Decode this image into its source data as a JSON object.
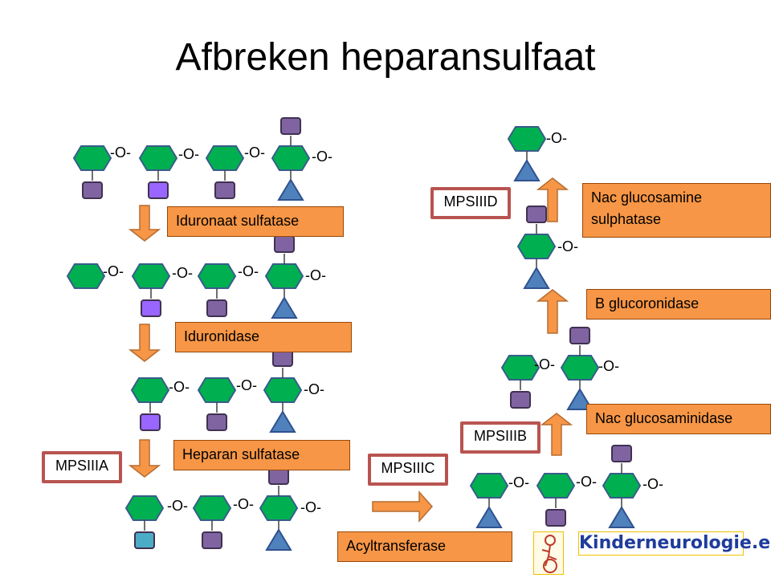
{
  "title": "Afbreken heparansulfaat",
  "linkage_label": "-O-",
  "colors": {
    "glucose_green": "#00b050",
    "purple_square": "#8064a2",
    "violet_square": "#9966ff",
    "teal_square": "#4bacc6",
    "blue_triangle": "#4f81bd",
    "enzyme_box": "#f79646",
    "mps_border": "#b85450"
  },
  "enzymes": {
    "iduronaat_sulfatase": "Iduronaat sulfatase",
    "iduronidase": "Iduronidase",
    "heparan_sulfatase": "Heparan sulfatase",
    "acyltransferase": "Acyltransferase",
    "nac_glucosaminidase": "Nac glucosaminidase",
    "b_glucoronidase": "B glucoronidase",
    "nac_glucosamine_sulphatase_line1": "Nac glucosamine",
    "nac_glucosamine_sulphatase_line2": "sulphatase"
  },
  "disorders": {
    "mpsiiia": "MPSIIIA",
    "mpsiiib": "MPSIIIB",
    "mpsiiic": "MPSIIIC",
    "mpsiiid": "MPSIIID"
  },
  "logo": {
    "text": "Kinderneurologie.eu"
  },
  "icons": [
    "hexagon-sugar",
    "square-group",
    "triangle-group",
    "arrow-down",
    "arrow-up",
    "arrow-right"
  ]
}
